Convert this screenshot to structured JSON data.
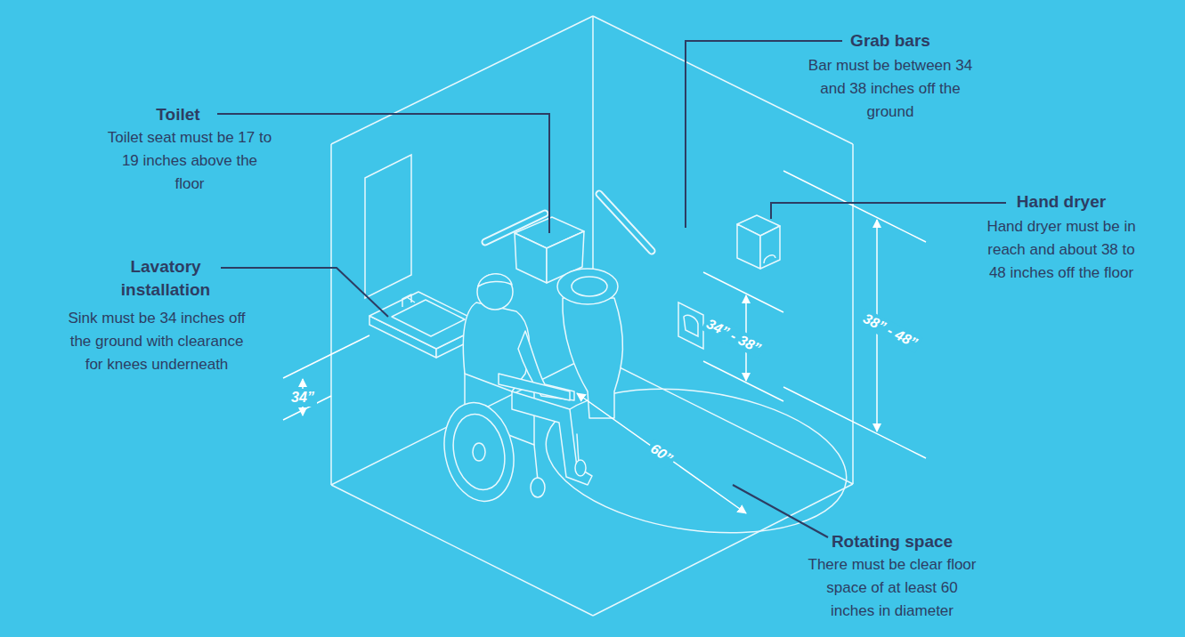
{
  "diagram": {
    "labels": [
      "Toilet",
      "Toilet seat must be 17 to 19 inches above the floor",
      "Grab bars",
      "Bar must be between 34 and 38 inches off the ground",
      "Lavatory installation",
      "Sink must be 34 inches off the ground with clearance for knees underneath",
      "Hand dryer",
      "Hand dryer must be in reach and about 38 to 48 inches off the floor",
      "Rotating space",
      "There must be clear floor space of at least 60 inches in diameter",
      "34”",
      "34” - 38”",
      "38” - 48”",
      "60”"
    ]
  }
}
